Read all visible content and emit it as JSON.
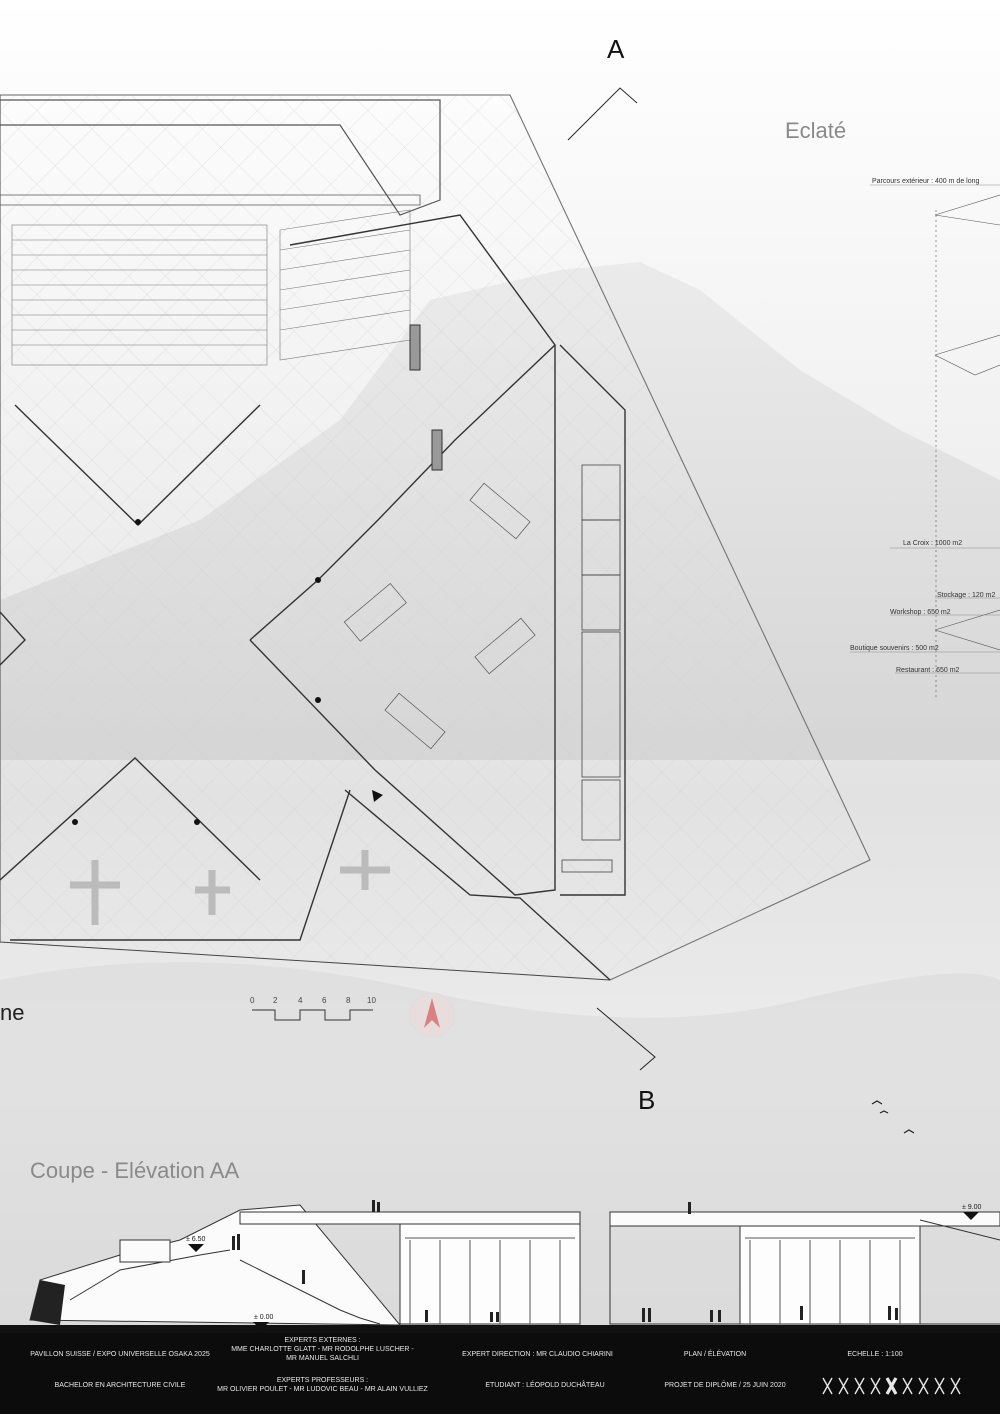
{
  "labels": {
    "section_a": "A",
    "section_b": "B",
    "eclate_title": "Eclaté",
    "plan_title_fragment": "ne",
    "coupe_title": "Coupe - Elévation AA"
  },
  "program": {
    "parcours": "Parcours extérieur : 400 m de long",
    "croix": "La Croix : 1000 m2",
    "stockage": "Stockage : 120 m2",
    "workshop": "Workshop : 650 m2",
    "boutique": "Boutique souvenirs : 500 m2",
    "restaurant": "Restaurant : 650 m2"
  },
  "scale_bar": [
    "0",
    "2",
    "4",
    "6",
    "8",
    "10"
  ],
  "levels": {
    "l650": "± 6.50",
    "l000": "± 0.00",
    "l900": "± 9.00"
  },
  "footer": {
    "project": "PAVILLON SUISSE / EXPO UNIVERSELLE OSAKA 2025",
    "experts_ext_title": "EXPERTS EXTERNES :",
    "experts_ext_1": "MME CHARLOTTE GLATT - MR RODOLPHE LUSCHER -",
    "experts_ext_2": "MR MANUEL SALCHLI",
    "direction": "EXPERT DIRECTION : MR CLAUDIO CHIARINI",
    "drawing": "PLAN  / ÉLÉVATION",
    "scale": "ECHELLE : 1:100",
    "degree": "BACHELOR EN ARCHITECTURE CIVILE",
    "experts_prof_title": "EXPERTS PROFESSEURS :",
    "experts_prof_1": "MR OLIVIER POULET - MR LUDOVIC BEAU - MR ALAIN VULLIEZ",
    "student": "ETUDIANT : LÉOPOLD DUCHÂTEAU",
    "date": "PROJET DE DIPLÔME / 25 JUIN 2020"
  },
  "colors": {
    "paper": "#f4f4f4",
    "line": "#333333",
    "footer_bg": "#0c0c0c",
    "footer_text": "#e8e8e8",
    "north_accent": "#d98080"
  }
}
